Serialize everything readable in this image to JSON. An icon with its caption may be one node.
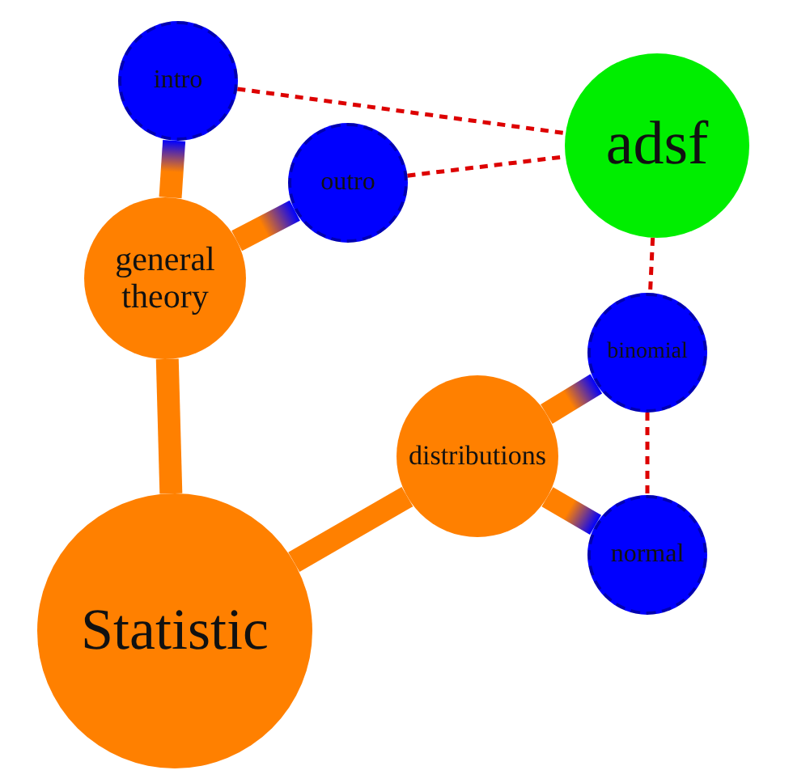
{
  "diagram": {
    "nodes": [
      {
        "text": [
          "Statistic"
        ]
      },
      {
        "text": [
          "general theory"
        ]
      },
      {
        "text": [
          "intro"
        ]
      },
      {
        "text": [
          "outro"
        ]
      },
      {
        "text": [
          "distributions"
        ]
      },
      {
        "text": [
          "binomial"
        ]
      },
      {
        "text": [
          "normal"
        ]
      },
      {
        "text": [
          "adsf"
        ]
      }
    ],
    "edges": [
      {
        "from": 0,
        "to": 1,
        "arrow": "none",
        "style": "thick"
      },
      {
        "from": 1,
        "to": 2,
        "arrow": "none",
        "style": "thick"
      },
      {
        "from": 1,
        "to": 3,
        "arrow": "none",
        "style": "thick"
      },
      {
        "from": 0,
        "to": 4,
        "arrow": "none",
        "style": "thick"
      },
      {
        "from": 4,
        "to": 5,
        "arrow": "none",
        "style": "thick"
      },
      {
        "from": 4,
        "to": 6,
        "arrow": "none",
        "style": "thick"
      },
      {
        "from": 2,
        "to": 7,
        "arrow": "none",
        "style": "dashed",
        "color": "#dd0000"
      },
      {
        "from": 3,
        "to": 7,
        "arrow": "none",
        "style": "dashed",
        "color": "#dd0000"
      },
      {
        "from": 7,
        "to": 5,
        "arrow": "none",
        "style": "dashed",
        "color": "#dd0000"
      },
      {
        "from": 5,
        "to": 6,
        "arrow": "none",
        "style": "dashed",
        "color": "#dd0000"
      }
    ]
  }
}
